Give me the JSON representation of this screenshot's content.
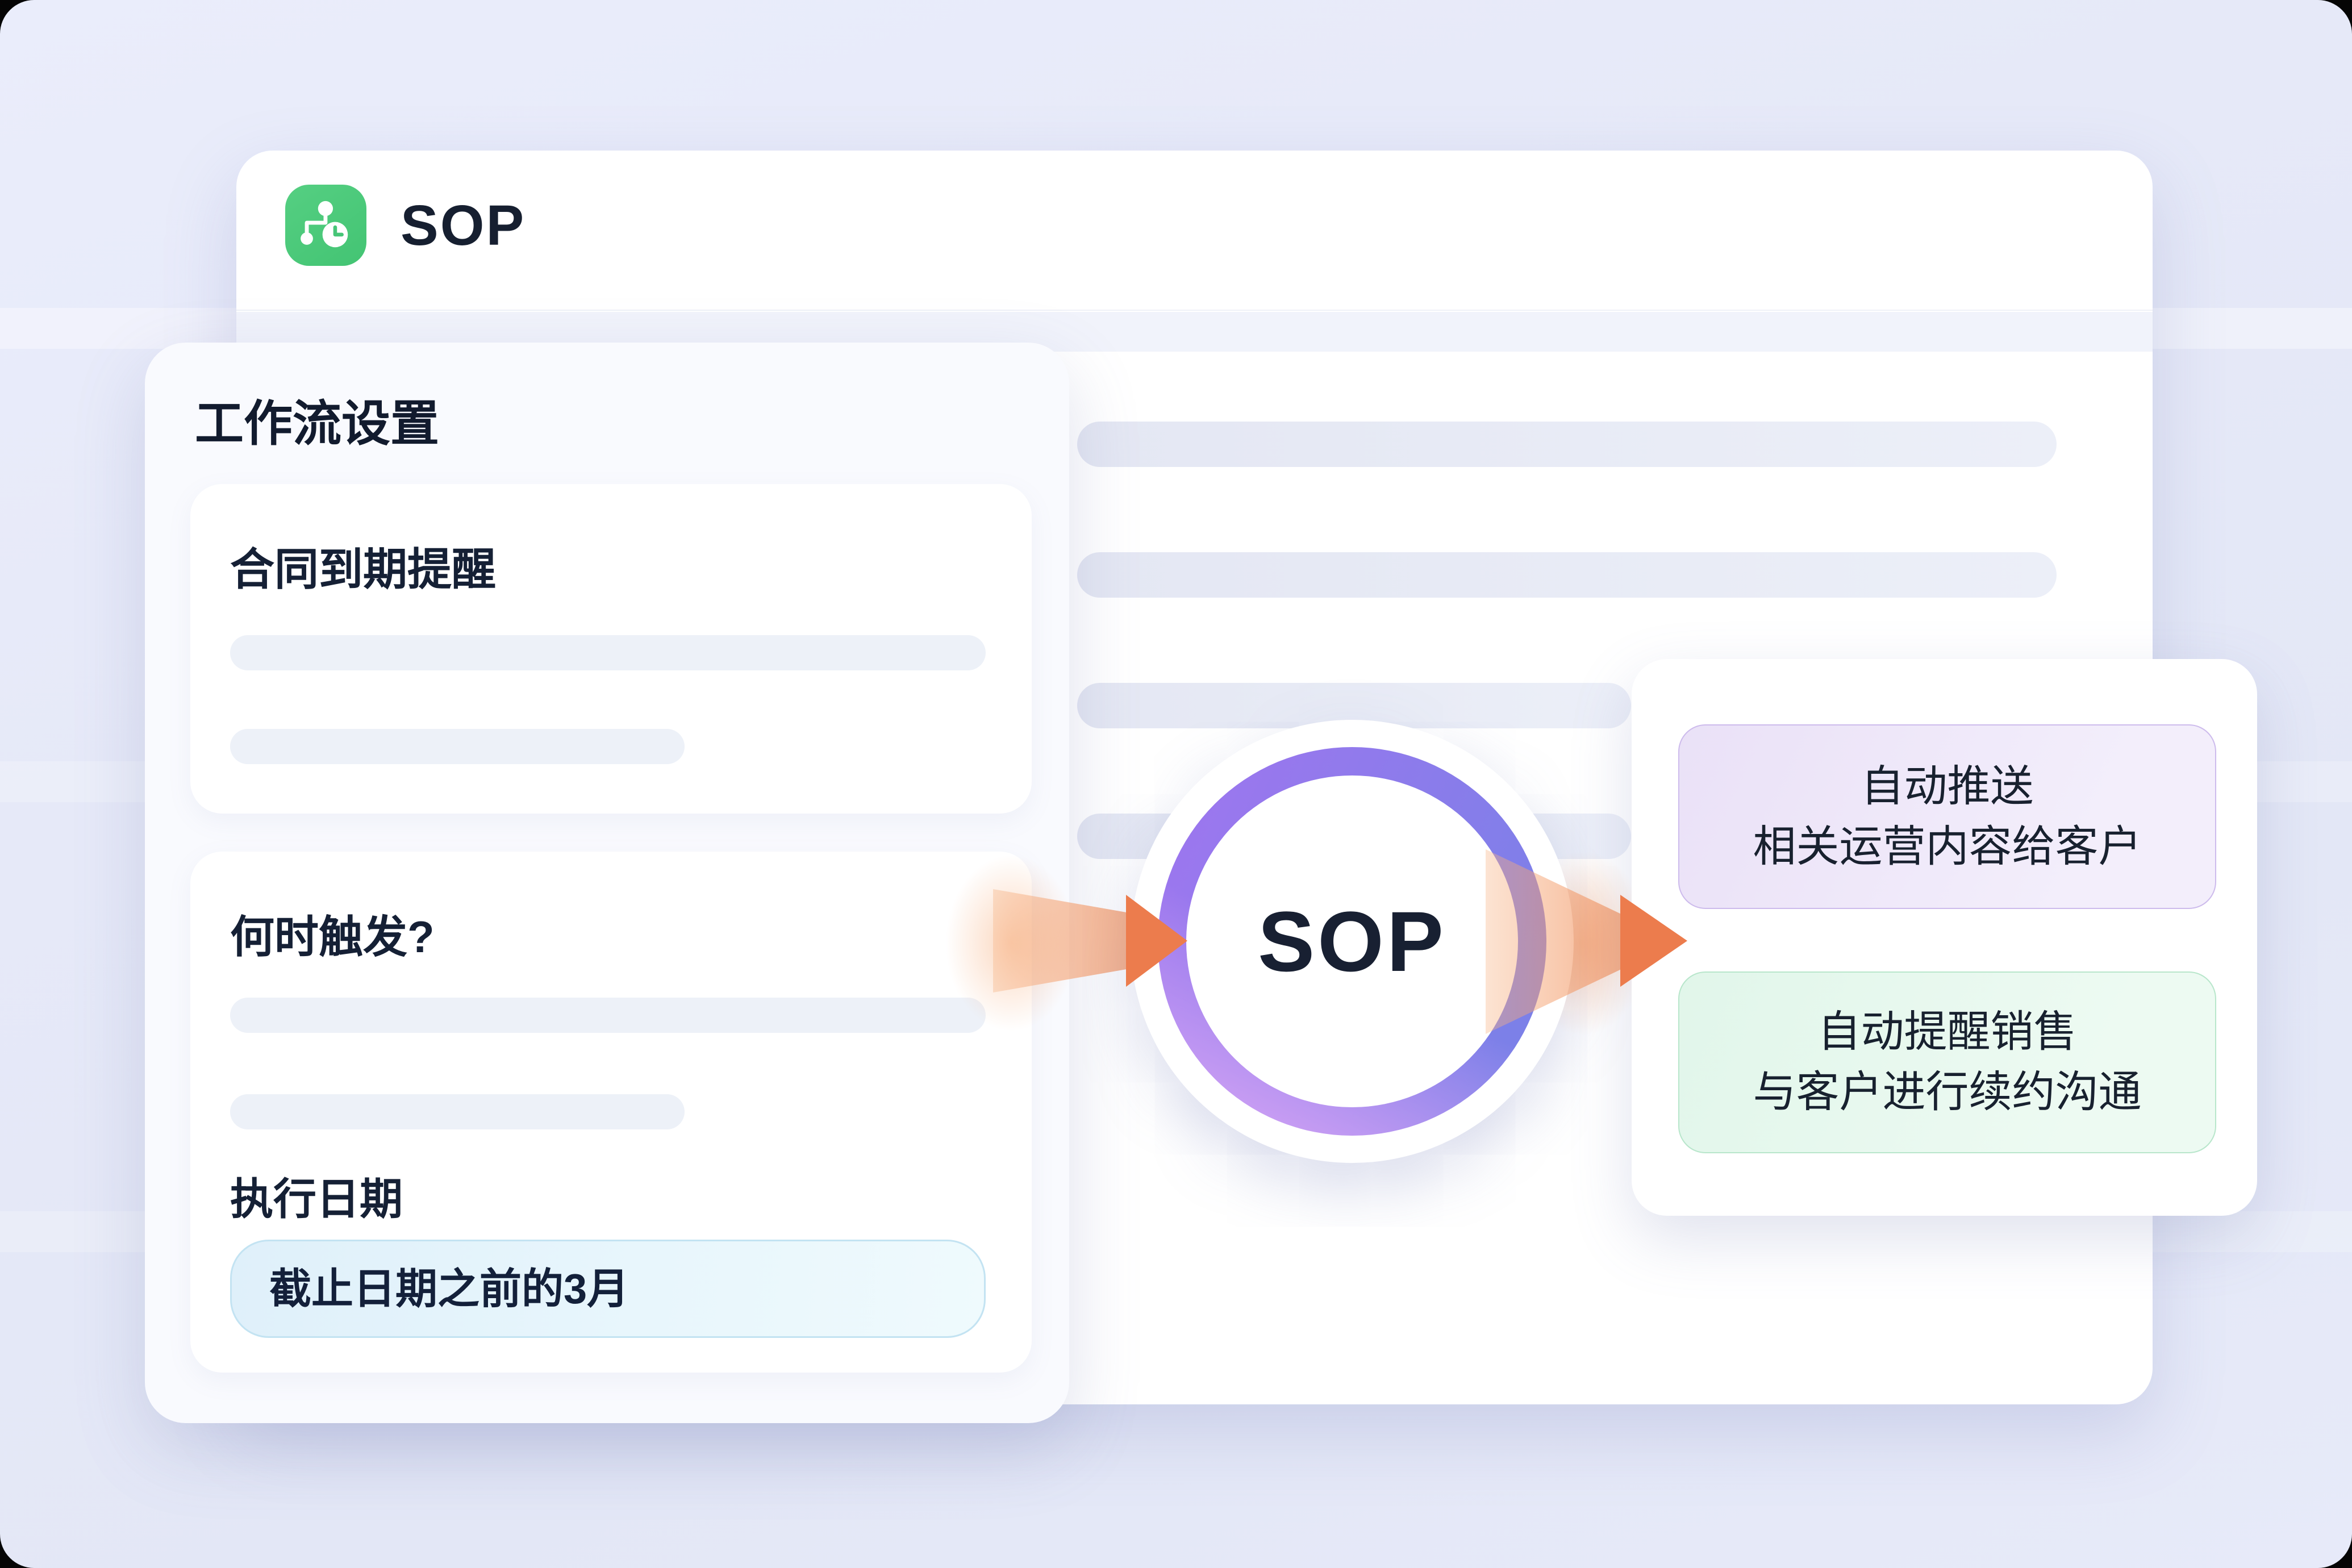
{
  "colors": {
    "app_icon_green": "#4FCB7D",
    "ring_gradient_from": "#C9A0F2",
    "ring_gradient_to": "#7B80E8",
    "arrow_orange": "#EC7C4D",
    "date_pill_bg": "#E3F2FA",
    "outcome_purple_bg": "#EDE4F8",
    "outcome_green_bg": "#E3F6EC"
  },
  "header": {
    "app_title": "SOP",
    "app_icon": "workflow-clock-icon"
  },
  "workflow_panel": {
    "title": "工作流设置",
    "trigger_card": {
      "title": "合同到期提醒"
    },
    "schedule_card": {
      "title": "何时触发?",
      "date_label": "执行日期",
      "date_value": "截止日期之前的3月"
    }
  },
  "sop_node": {
    "label": "SOP"
  },
  "outcomes": {
    "push": {
      "line1": "自动推送",
      "line2": "相关运营内容给客户"
    },
    "remind": {
      "line1": "自动提醒销售",
      "line2": "与客户进行续约沟通"
    }
  }
}
